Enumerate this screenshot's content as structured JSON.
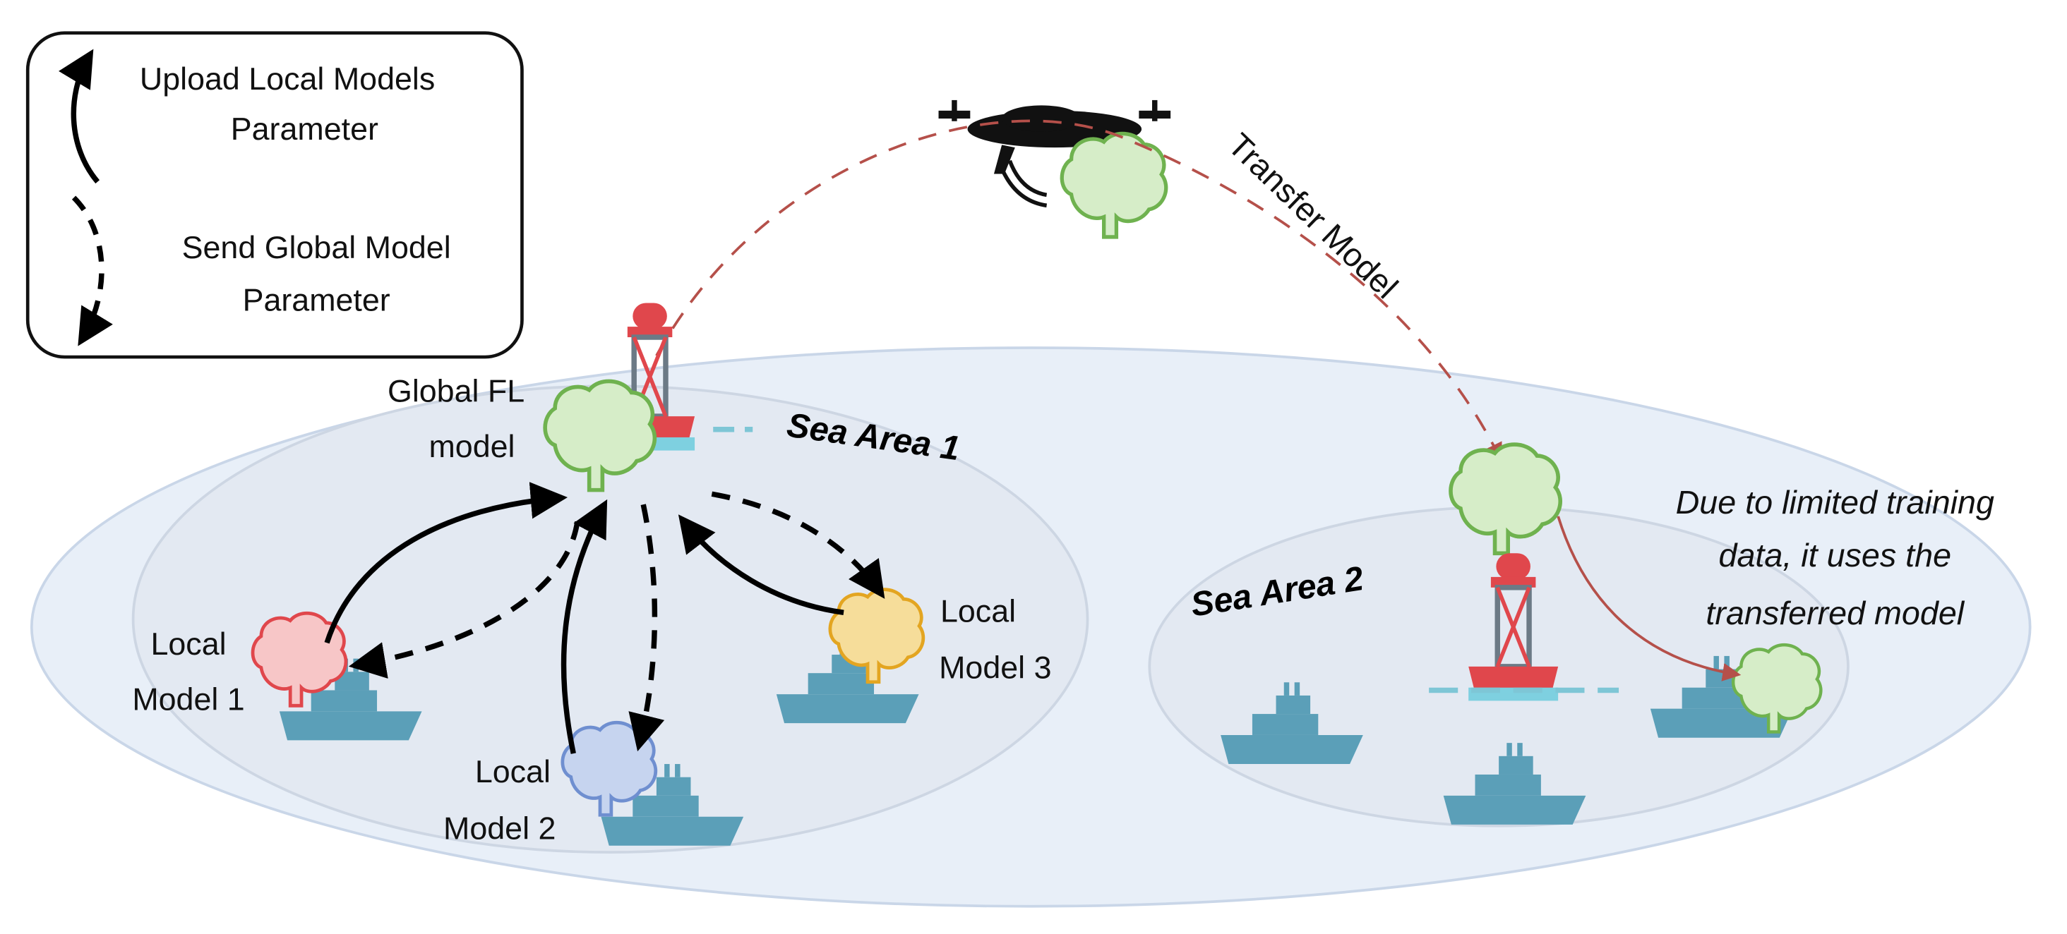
{
  "legend": {
    "upload_label_line1": "Upload Local Models",
    "upload_label_line2": "Parameter",
    "send_label_line1": "Send Global Model",
    "send_label_line2": "Parameter"
  },
  "server": {
    "label_line1": "Global FL",
    "label_line2": "model"
  },
  "sea_area_1": {
    "label": "Sea Area 1"
  },
  "sea_area_2": {
    "label": "Sea Area 2"
  },
  "clients": [
    {
      "label_line1": "Local",
      "label_line2": "Model 1",
      "brain_color": "#e8737a"
    },
    {
      "label_line1": "Local",
      "label_line2": "Model 2",
      "brain_color": "#6f8fd0"
    },
    {
      "label_line1": "Local",
      "label_line2": "Model 3",
      "brain_color": "#e3a521"
    }
  ],
  "transfer": {
    "label": "Transfer Model"
  },
  "note": {
    "line1": "Due to limited training",
    "line2": "data, it uses the",
    "line3": "transferred model"
  },
  "colors": {
    "global_brain": "#8cc76f",
    "ship": "#5b9fb8",
    "buoy_red": "#e0474c",
    "arrow_transfer": "#b5504a",
    "sea_fill": "#e6eef7"
  }
}
